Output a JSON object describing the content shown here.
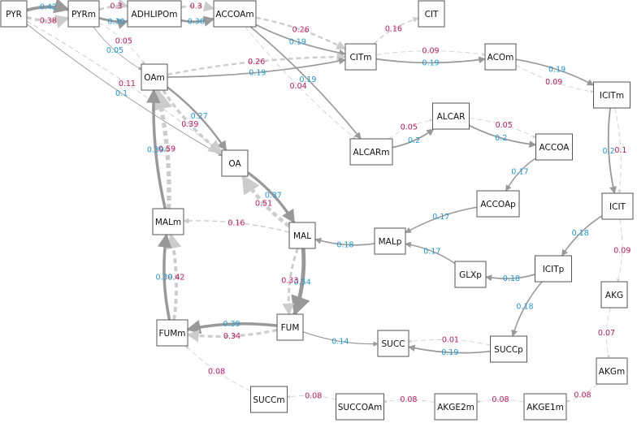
{
  "colors": {
    "solid_edge": "#999999",
    "dashed_edge": "#cccccc",
    "blue_label": "#1a9bd7",
    "red_label": "#c2185b"
  },
  "nodes": [
    {
      "id": "PYR",
      "label": "PYR"
    },
    {
      "id": "PYRm",
      "label": "PYRm"
    },
    {
      "id": "ADHLIPOm",
      "label": "ADHLIPOm"
    },
    {
      "id": "ACCOAm",
      "label": "ACCOAm"
    },
    {
      "id": "CIT",
      "label": "CIT"
    },
    {
      "id": "CITm",
      "label": "CITm"
    },
    {
      "id": "ACOm",
      "label": "ACOm"
    },
    {
      "id": "OAm",
      "label": "OAm"
    },
    {
      "id": "ICITm",
      "label": "ICITm"
    },
    {
      "id": "ALCAR",
      "label": "ALCAR"
    },
    {
      "id": "ALCARm",
      "label": "ALCARm"
    },
    {
      "id": "ACCOA",
      "label": "ACCOA"
    },
    {
      "id": "OA",
      "label": "OA"
    },
    {
      "id": "ACCOAp",
      "label": "ACCOAp"
    },
    {
      "id": "ICIT",
      "label": "ICIT"
    },
    {
      "id": "MALm",
      "label": "MALm"
    },
    {
      "id": "MAL",
      "label": "MAL"
    },
    {
      "id": "MALp",
      "label": "MALp"
    },
    {
      "id": "GLXp",
      "label": "GLXp"
    },
    {
      "id": "ICITp",
      "label": "ICITp"
    },
    {
      "id": "AKG",
      "label": "AKG"
    },
    {
      "id": "FUMm",
      "label": "FUMm"
    },
    {
      "id": "FUM",
      "label": "FUM"
    },
    {
      "id": "SUCC",
      "label": "SUCC"
    },
    {
      "id": "SUCCp",
      "label": "SUCCp"
    },
    {
      "id": "AKGm",
      "label": "AKGm"
    },
    {
      "id": "SUCCm",
      "label": "SUCCm"
    },
    {
      "id": "SUCCOAm",
      "label": "SUCCOAm"
    },
    {
      "id": "AKGE2m",
      "label": "AKGE2m"
    },
    {
      "id": "AKGE1m",
      "label": "AKGE1m"
    }
  ],
  "edges": [
    {
      "from": "PYR",
      "to": "PYRm",
      "label": "0.38",
      "style": "dashed",
      "label_color": "red"
    },
    {
      "from": "PYR",
      "to": "PYRm",
      "label": "0.42",
      "style": "solid",
      "label_color": "blue"
    },
    {
      "from": "PYRm",
      "to": "ADHLIPOm",
      "label": "0.3",
      "style": "dashed",
      "label_color": "red"
    },
    {
      "from": "PYRm",
      "to": "ADHLIPOm",
      "label": "0.30",
      "style": "solid",
      "label_color": "blue"
    },
    {
      "from": "ADHLIPOm",
      "to": "ACCOAm",
      "label": "0.3",
      "style": "dashed",
      "label_color": "red"
    },
    {
      "from": "ADHLIPOm",
      "to": "ACCOAm",
      "label": "0.30",
      "style": "solid",
      "label_color": "blue"
    },
    {
      "from": "ACCOAm",
      "to": "CITm",
      "label": "0.19",
      "style": "solid",
      "label_color": "blue"
    },
    {
      "from": "ACCOAm",
      "to": "CITm",
      "label": "0.26",
      "style": "dashed",
      "label_color": "red"
    },
    {
      "from": "CITm",
      "to": "CIT",
      "label": "0.16",
      "style": "dashed",
      "label_color": "red"
    },
    {
      "from": "PYRm",
      "to": "OAm",
      "label": "0.05",
      "style": "dashed",
      "label_color": "red"
    },
    {
      "from": "PYRm",
      "to": "OAm",
      "label": "0.05",
      "style": "solid",
      "label_color": "blue"
    },
    {
      "from": "OAm",
      "to": "CITm",
      "label": "0.26",
      "style": "dashed",
      "label_color": "red"
    },
    {
      "from": "OAm",
      "to": "CITm",
      "label": "0.19",
      "style": "solid",
      "label_color": "blue"
    },
    {
      "from": "CITm",
      "to": "ACOm",
      "label": "0.09",
      "style": "dashed",
      "label_color": "red"
    },
    {
      "from": "CITm",
      "to": "ACOm",
      "label": "0.19",
      "style": "solid",
      "label_color": "blue"
    },
    {
      "from": "ACOm",
      "to": "ICITm",
      "label": "0.09",
      "style": "dashed",
      "label_color": "red"
    },
    {
      "from": "ACOm",
      "to": "ICITm",
      "label": "0.19",
      "style": "solid",
      "label_color": "blue"
    },
    {
      "from": "ACCOAm",
      "to": "ALCARm",
      "label": "0.04",
      "style": "dashed",
      "label_color": "red"
    },
    {
      "from": "ACCOAm",
      "to": "ALCARm",
      "label": "0.19",
      "style": "solid",
      "label_color": "blue"
    },
    {
      "from": "PYR",
      "to": "OA",
      "label": "0.11",
      "style": "dashed",
      "label_color": "red"
    },
    {
      "from": "PYR",
      "to": "OA",
      "label": "0.1",
      "style": "solid",
      "label_color": "blue"
    },
    {
      "from": "OAm",
      "to": "OA",
      "label": "0.27",
      "style": "solid",
      "label_color": "blue"
    },
    {
      "from": "OAm",
      "to": "OA",
      "label": "0.39",
      "style": "dashed",
      "label_color": "red"
    },
    {
      "from": "ALCARm",
      "to": "ALCAR",
      "label": "0.05",
      "style": "dashed",
      "label_color": "red"
    },
    {
      "from": "ALCARm",
      "to": "ALCAR",
      "label": "0.2",
      "style": "solid",
      "label_color": "blue"
    },
    {
      "from": "ALCAR",
      "to": "ACCOA",
      "label": "0.05",
      "style": "dashed",
      "label_color": "red"
    },
    {
      "from": "ALCAR",
      "to": "ACCOA",
      "label": "0.2",
      "style": "solid",
      "label_color": "blue"
    },
    {
      "from": "ICITm",
      "to": "ICIT",
      "label": "0.1",
      "style": "dashed",
      "label_color": "red"
    },
    {
      "from": "ICITm",
      "to": "ICIT",
      "label": "0.2",
      "style": "solid",
      "label_color": "blue"
    },
    {
      "from": "MALm",
      "to": "OAm",
      "label": "0.59",
      "style": "dashed",
      "label_color": "red"
    },
    {
      "from": "MALm",
      "to": "OAm",
      "label": "0.39",
      "style": "solid",
      "label_color": "blue"
    },
    {
      "from": "ACCOA",
      "to": "ACCOAp",
      "label": "0.17",
      "style": "solid",
      "label_color": "blue"
    },
    {
      "from": "OA",
      "to": "MAL",
      "label": "0.37",
      "style": "solid",
      "label_color": "blue"
    },
    {
      "from": "MAL",
      "to": "OA",
      "label": "0.51",
      "style": "dashed",
      "label_color": "red"
    },
    {
      "from": "MAL",
      "to": "MALm",
      "label": "0.16",
      "style": "dashed",
      "label_color": "red"
    },
    {
      "from": "ACCOAp",
      "to": "MALp",
      "label": "0.17",
      "style": "solid",
      "label_color": "blue"
    },
    {
      "from": "MALp",
      "to": "MAL",
      "label": "0.18",
      "style": "solid",
      "label_color": "blue"
    },
    {
      "from": "GLXp",
      "to": "MALp",
      "label": "0.17",
      "style": "solid",
      "label_color": "blue"
    },
    {
      "from": "ICIT",
      "to": "ICITp",
      "label": "0.18",
      "style": "solid",
      "label_color": "blue"
    },
    {
      "from": "ICIT",
      "to": "AKG",
      "label": "0.09",
      "style": "dashed",
      "label_color": "red"
    },
    {
      "from": "ICITp",
      "to": "GLXp",
      "label": "0.18",
      "style": "solid",
      "label_color": "blue"
    },
    {
      "from": "ICITp",
      "to": "SUCCp",
      "label": "0.18",
      "style": "solid",
      "label_color": "blue"
    },
    {
      "from": "FUMm",
      "to": "MALm",
      "label": "0.42",
      "style": "dashed",
      "label_color": "red"
    },
    {
      "from": "FUMm",
      "to": "MALm",
      "label": "0.39",
      "style": "solid",
      "label_color": "blue"
    },
    {
      "from": "MAL",
      "to": "FUM",
      "label": "0.54",
      "style": "solid",
      "label_color": "blue"
    },
    {
      "from": "MAL",
      "to": "FUM",
      "label": "0.33",
      "style": "dashed",
      "label_color": "red"
    },
    {
      "from": "FUM",
      "to": "FUMm",
      "label": "0.39",
      "style": "solid",
      "label_color": "blue"
    },
    {
      "from": "FUM",
      "to": "FUMm",
      "label": "0.34",
      "style": "dashed",
      "label_color": "red"
    },
    {
      "from": "FUM",
      "to": "SUCC",
      "label": "0.14",
      "style": "solid",
      "label_color": "blue"
    },
    {
      "from": "SUCCp",
      "to": "SUCC",
      "label": "0.19",
      "style": "solid",
      "label_color": "blue"
    },
    {
      "from": "SUCCp",
      "to": "SUCC",
      "label": "0.01",
      "style": "dashed",
      "label_color": "red"
    },
    {
      "from": "AKG",
      "to": "AKGm",
      "label": "0.07",
      "style": "dashed",
      "label_color": "red"
    },
    {
      "from": "SUCCm",
      "to": "FUMm",
      "label": "0.08",
      "style": "dashed",
      "label_color": "red"
    },
    {
      "from": "SUCCOAm",
      "to": "SUCCm",
      "label": "0.08",
      "style": "dashed",
      "label_color": "red"
    },
    {
      "from": "AKGE2m",
      "to": "SUCCOAm",
      "label": "0.08",
      "style": "dashed",
      "label_color": "red"
    },
    {
      "from": "AKGE1m",
      "to": "AKGE2m",
      "label": "0.08",
      "style": "dashed",
      "label_color": "red"
    },
    {
      "from": "AKGm",
      "to": "AKGE1m",
      "label": "0.08",
      "style": "dashed",
      "label_color": "red"
    }
  ]
}
